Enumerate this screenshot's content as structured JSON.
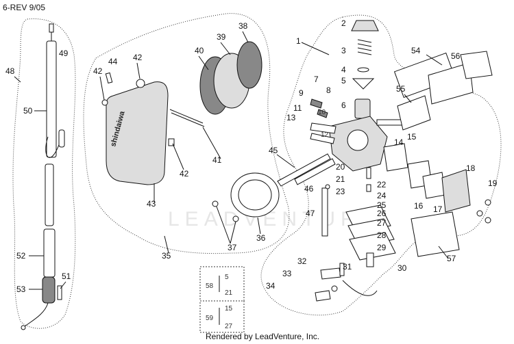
{
  "header": {
    "revision": "6-REV 9/05"
  },
  "footer": {
    "credit": "Rendered by LeadVenture, Inc."
  },
  "watermark": {
    "text": "LEADVENTURE"
  },
  "part_labels": {
    "p1": "1",
    "p2": "2",
    "p3": "3",
    "p4": "4",
    "p5": "5",
    "p6": "6",
    "p7": "7",
    "p8": "8",
    "p9": "9",
    "p10": "10",
    "p11": "11",
    "p12": "12",
    "p13": "13",
    "p14": "14",
    "p15": "15",
    "p16": "16",
    "p17": "17",
    "p18": "18",
    "p19": "19",
    "p20": "20",
    "p21": "21",
    "p22": "22",
    "p23": "23",
    "p24": "24",
    "p25": "25",
    "p26": "26",
    "p27": "27",
    "p28": "28",
    "p29": "29",
    "p30": "30",
    "p31": "31",
    "p32": "32",
    "p33": "33",
    "p34": "34",
    "p35": "35",
    "p36": "36",
    "p37": "37",
    "p38": "38",
    "p39": "39",
    "p40": "40",
    "p41": "41",
    "p42a": "42",
    "p42b": "42",
    "p42c": "42",
    "p43": "43",
    "p44": "44",
    "p45": "45",
    "p46": "46",
    "p47": "47",
    "p48": "48",
    "p49": "49",
    "p50": "50",
    "p51": "51",
    "p52": "52",
    "p53": "53",
    "p54": "54",
    "p55": "55",
    "p56": "56",
    "p57": "57"
  },
  "kits": {
    "kit58": {
      "id": "58",
      "from": "5",
      "to": "21"
    },
    "kit59": {
      "id": "59",
      "from": "15",
      "to": "27"
    }
  },
  "brand_text": "shindaiwa"
}
